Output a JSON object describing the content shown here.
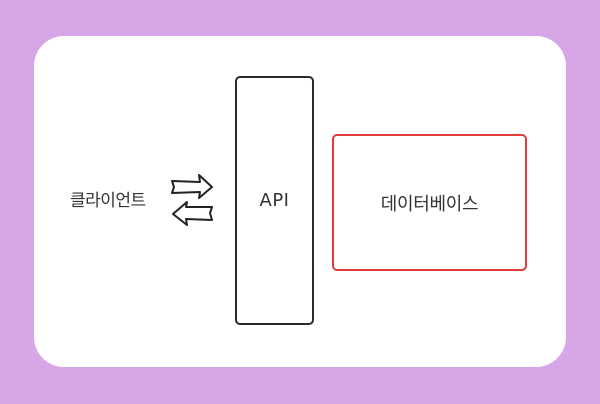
{
  "diagram": {
    "client_label": "클라이언트",
    "api_label": "API",
    "database_label": "데이터베이스",
    "arrow_icon": "bidirectional-arrows-icon"
  },
  "colors": {
    "background": "#d7a6e6",
    "card": "#ffffff",
    "api_border": "#2b2b2b",
    "database_border": "#e03a3a",
    "text": "#333333"
  }
}
